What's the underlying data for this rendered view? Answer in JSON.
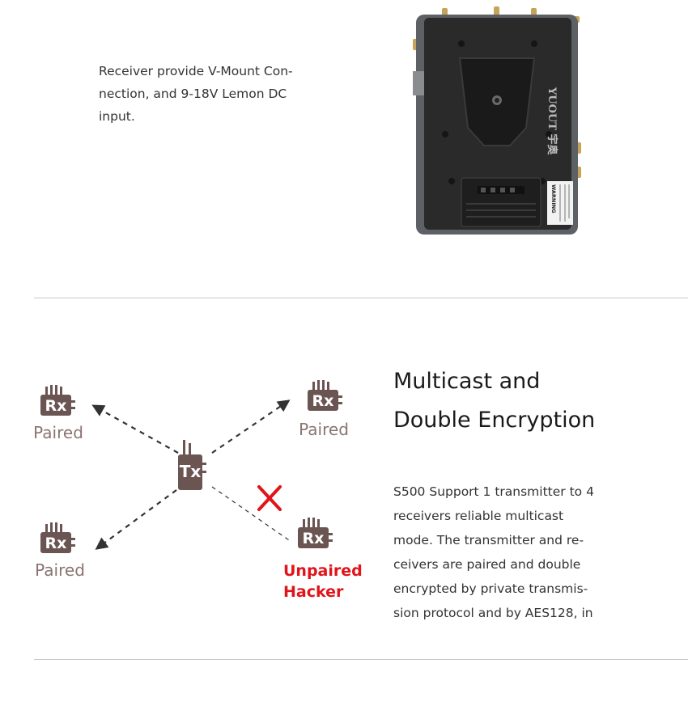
{
  "receiver_section": {
    "description": "Receiver provide V-Mount Con-\nnection, and 9-18V Lemon DC\ninput."
  },
  "product_image": {
    "brand": "YUOUT 宇奥",
    "warning_label": "WARNING",
    "body_color": "#2a2a2a",
    "antenna_color": "#c7a35a"
  },
  "diagram": {
    "tx_label": "Tx",
    "rx_label": "Rx",
    "nodes": [
      {
        "name": "rx-top-left",
        "status": "Paired"
      },
      {
        "name": "rx-top-right",
        "status": "Paired"
      },
      {
        "name": "rx-bottom-left",
        "status": "Paired"
      },
      {
        "name": "rx-bottom-right",
        "status": "Unpaired\nHacker"
      }
    ],
    "node_color": "#6b5553",
    "paired_text_color": "#8a7471",
    "unpaired_color": "#e0141a"
  },
  "multicast_section": {
    "title": "Multicast and\nDouble Encryption",
    "description": "S500 Support 1 transmitter to 4\nreceivers reliable multicast\nmode. The transmitter and re-\nceivers are paired and double\nencrypted by private transmis-\nsion protocol and by AES128, in"
  }
}
